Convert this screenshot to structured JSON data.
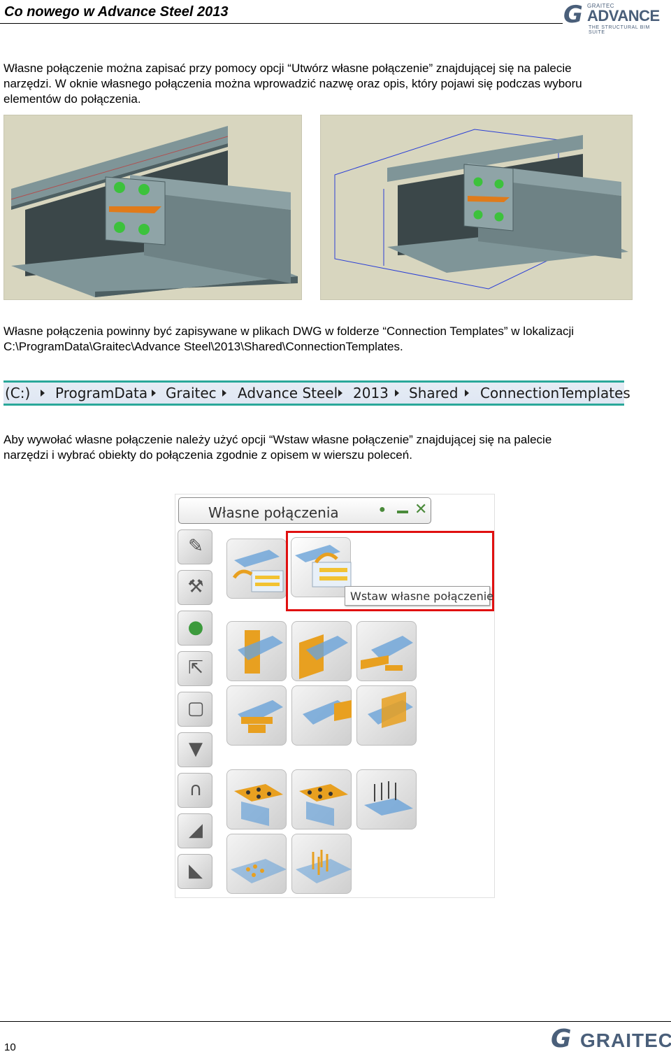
{
  "header": {
    "title": "Co nowego w Advance Steel 2013",
    "logo_small": "GRAITEC",
    "logo_big": "ADVANCE",
    "logo_tagline": "THE STRUCTURAL BIM SUITE"
  },
  "paragraphs": {
    "p1_line1": "Własne połączenie można zapisać przy pomocy opcji “Utwórz własne połączenie” znajdującej się na palecie",
    "p1_line2": "narzędzi. W oknie własnego połączenia można wprowadzić nazwę oraz opis, który pojawi się podczas wyboru",
    "p1_line3": "elementów do połączenia.",
    "p2_line1": "Własne połączenia powinny być zapisywane w plikach DWG w folderze “Connection Templates” w lokalizacji",
    "p2_line2": "C:\\ProgramData\\Graitec\\Advance Steel\\2013\\Shared\\ConnectionTemplates.",
    "p3_line1": "Aby wywołać własne połączenie należy użyć opcji “Wstaw własne połączenie” znajdującej się na palecie",
    "p3_line2": "narzędzi i wybrać obiekty do połączenia zgodnie z opisem w wierszu poleceń."
  },
  "path_bar": {
    "items": [
      "(C:)",
      "ProgramData",
      "Graitec",
      "Advance Steel",
      "2013",
      "Shared",
      "ConnectionTemplates"
    ]
  },
  "palette": {
    "title": "Własne połączenia",
    "tooltip": "Wstaw własne połączenie",
    "side_tools": [
      "pencil-icon",
      "wrench-icon",
      "user-settings-icon",
      "axes-icon",
      "selection-icon",
      "filter-icon",
      "profile-icon",
      "beam-section-icon",
      "plate-icon"
    ]
  },
  "footer": {
    "page_number": "10",
    "logo": "GRAITEC"
  }
}
